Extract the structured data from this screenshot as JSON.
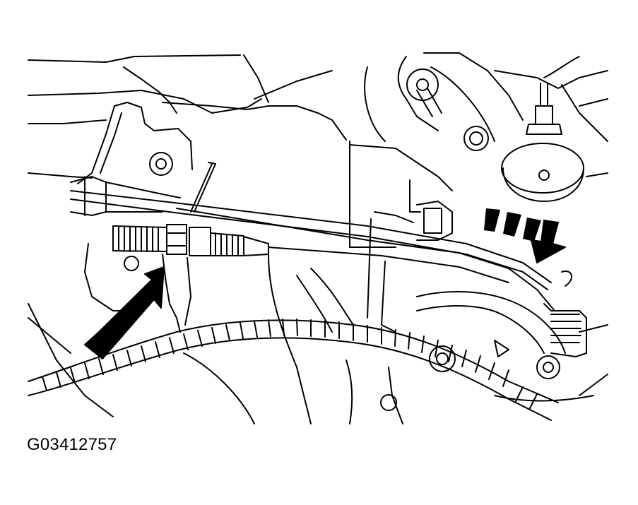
{
  "figure": {
    "id": "G03412757"
  },
  "colors": {
    "line": "#000000",
    "background": "#ffffff",
    "arrow_fill": "#000000"
  },
  "callouts": [
    {
      "name": "cable-adjuster-arrow",
      "icon": "arrow-icon"
    },
    {
      "name": "cable-bracket-arrow",
      "icon": "arrow-icon"
    }
  ]
}
